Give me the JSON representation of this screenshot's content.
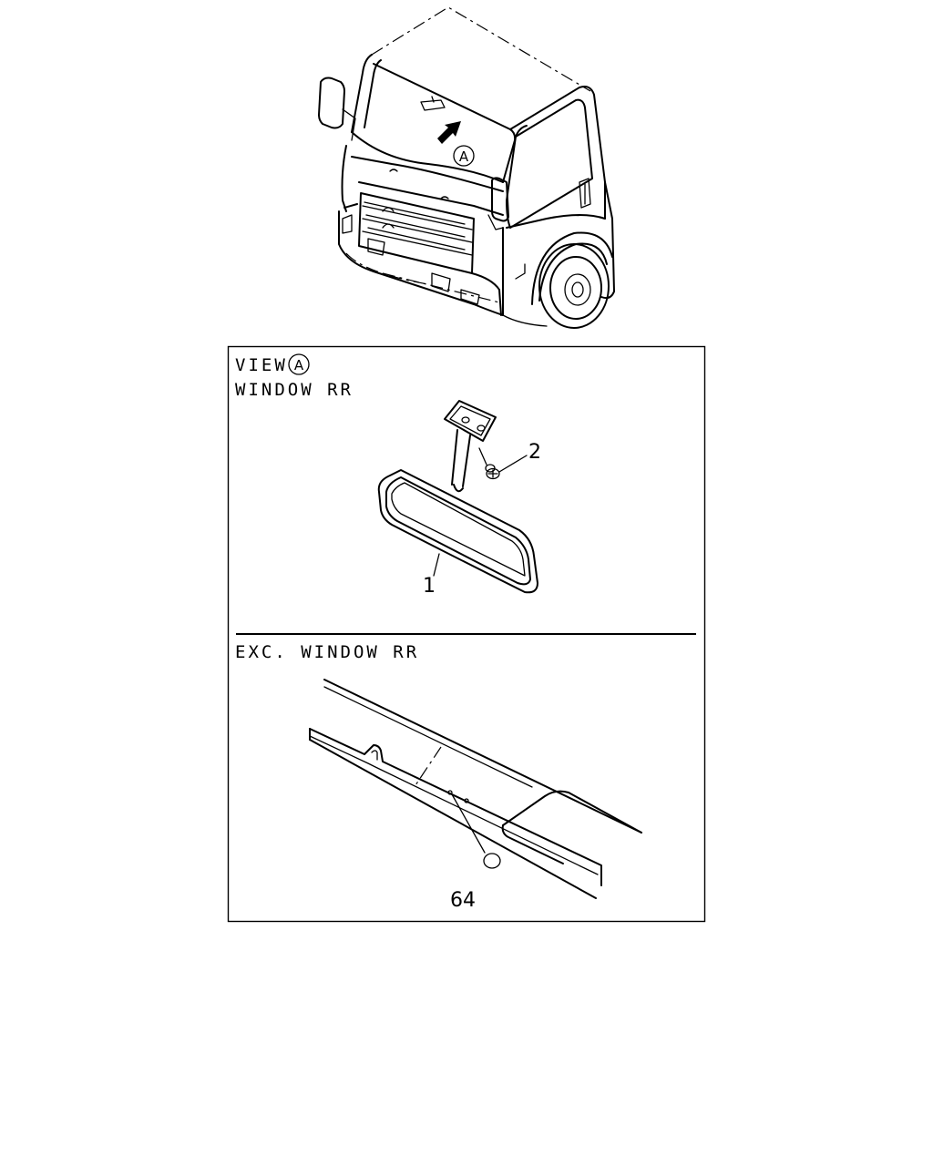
{
  "overview": {
    "view_marker": "A"
  },
  "panel": {
    "view_label": "VIEW",
    "view_marker": "A",
    "section_top_title": "WINDOW RR",
    "section_bottom_title": "EXC. WINDOW RR"
  },
  "callouts": {
    "mirror": "1",
    "screw": "2",
    "plug": "64"
  }
}
